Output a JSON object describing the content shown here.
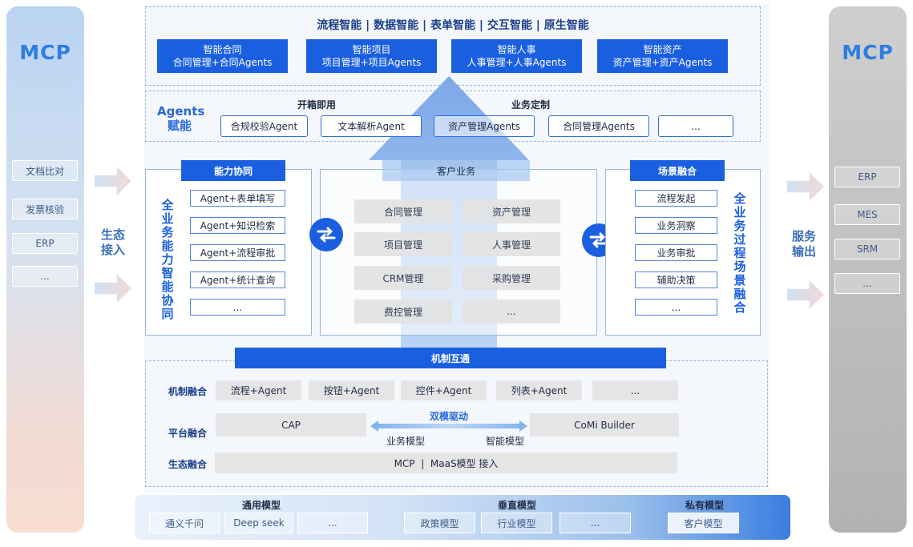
{
  "mcp_left": {
    "title": "MCP",
    "items": [
      "文档比对",
      "发票核验",
      "ERP",
      "..."
    ]
  },
  "ecosystem_input_label": "生态接入",
  "mcp_right": {
    "title": "MCP",
    "items": [
      "ERP",
      "MES",
      "SRM",
      "..."
    ]
  },
  "service_output_label": "服务输出",
  "top_section": {
    "title": "流程智能 | 数据智能 | 表单智能 | 交互智能 | 原生智能",
    "cards": [
      {
        "line1": "智能合同",
        "line2": "合同管理+合同Agents"
      },
      {
        "line1": "智能项目",
        "line2": "项目管理+项目Agents"
      },
      {
        "line1": "智能人事",
        "line2": "人事管理+人事Agents"
      },
      {
        "line1": "智能资产",
        "line2": "资产管理+资产Agents"
      }
    ]
  },
  "agents_section": {
    "label": "Agents赋能",
    "subhead_left": "开箱即用",
    "subhead_right": "业务定制",
    "pills": [
      "合规校验Agent",
      "文本解析Agent",
      "资产管理Agents",
      "合同管理Agents",
      "..."
    ]
  },
  "capability_panel": {
    "header": "能力协同",
    "vertical_text": "全业务能力智能协同",
    "items": [
      "Agent+表单填写",
      "Agent+知识检索",
      "Agent+流程审批",
      "Agent+统计查询",
      "..."
    ]
  },
  "customer_panel": {
    "header": "客户业务",
    "grid": [
      "合同管理",
      "资产管理",
      "项目管理",
      "人事管理",
      "CRM管理",
      "采购管理",
      "费控管理",
      "..."
    ]
  },
  "scene_panel": {
    "header": "场景融合",
    "vertical_text": "全业务过程场景融合",
    "items": [
      "流程发起",
      "业务洞察",
      "业务审批",
      "辅助决策",
      "..."
    ]
  },
  "mechanism_section": {
    "header": "机制互通",
    "row1_label": "机制融合",
    "row1_items": [
      "流程+Agent",
      "按钮+Agent",
      "控件+Agent",
      "列表+Agent",
      "..."
    ],
    "row2_label": "平台融合",
    "row2_left": "CAP",
    "row2_right": "CoMi Builder",
    "dual_label": "双模驱动",
    "dual_left": "业务模型",
    "dual_right": "智能模型",
    "row3_label": "生态融合",
    "row3_text": "MCP  |  MaaS模型 接入"
  },
  "model_bar": {
    "general_head": "通用模型",
    "general_items": [
      "通义千问",
      "Deep seek",
      "..."
    ],
    "vertical_head": "垂直模型",
    "vertical_items": [
      "政策模型",
      "行业模型",
      "..."
    ],
    "private_head": "私有模型",
    "private_items": [
      "客户模型"
    ]
  },
  "colors": {
    "primary_blue": "#1a5fe0",
    "dark_navy": "#1c3f8a",
    "gray_box": "#e3e3e3"
  }
}
